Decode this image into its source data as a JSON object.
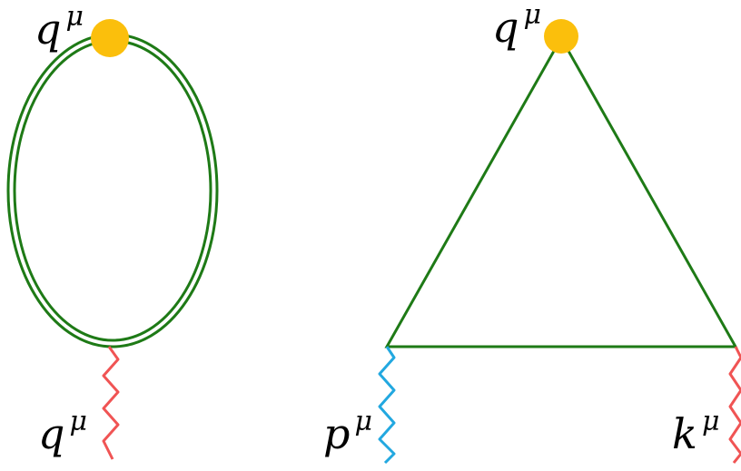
{
  "colors": {
    "propagator": "#1e7a16",
    "vertex": "#fbbf0c",
    "photon_red": "#f05454",
    "photon_blue": "#22a8e0",
    "text": "#000000"
  },
  "left_diagram": {
    "vertex_label": {
      "base": "q",
      "sup": "μ"
    },
    "external_label": {
      "base": "q",
      "sup": "μ"
    }
  },
  "right_diagram": {
    "vertex_label": {
      "base": "q",
      "sup": "μ"
    },
    "left_external_label": {
      "base": "p",
      "sup": "μ"
    },
    "right_external_label": {
      "base": "k",
      "sup": "μ"
    }
  }
}
